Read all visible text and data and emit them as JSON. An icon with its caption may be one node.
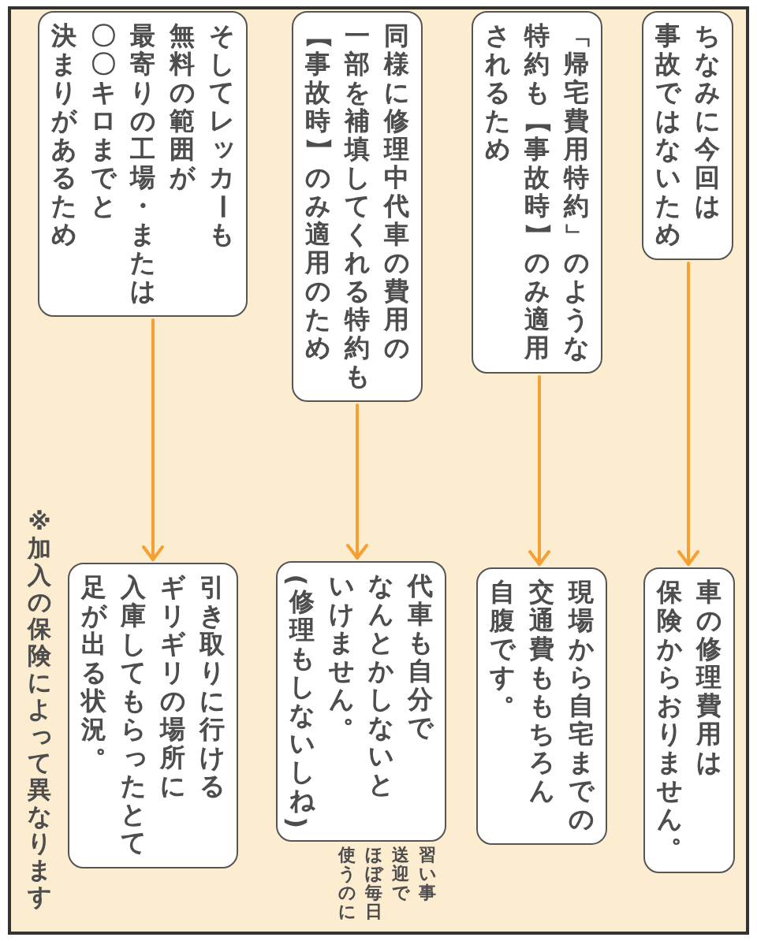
{
  "diagram": {
    "nodes": [
      {
        "text": [
          "ちなみに今回は事故ではないため"
        ]
      },
      {
        "text": [
          "車の修理費用は保険からおりません。"
        ]
      },
      {
        "text": [
          "「帰宅費用特約」のような特約も【事故時】のみ適用されるため"
        ]
      },
      {
        "text": [
          "現場から自宅までの交通費ももちろん自腹です。"
        ]
      },
      {
        "text": [
          "同様に修理中代車の費用の一部を補填してくれる特約も【事故時】のみ適用のため"
        ]
      },
      {
        "text": [
          "代車も自分でなんとかしないといけません。",
          "(修理もしないしね)"
        ],
        "beside": [
          "習い事送迎でほぼ毎日使うのに"
        ]
      },
      {
        "text": [
          "そしてレッカーも無料の範囲が最寄りの工場・または〇〇キロまでと決まりがあるため"
        ]
      },
      {
        "text": [
          "引き取りに行けるギリギリの場所に入庫してもらったとて足が出る状況。"
        ]
      }
    ],
    "edges": [
      {
        "from": 0,
        "to": 1,
        "arrow": "to"
      },
      {
        "from": 2,
        "to": 3,
        "arrow": "to"
      },
      {
        "from": 4,
        "to": 5,
        "arrow": "to"
      },
      {
        "from": 6,
        "to": 7,
        "arrow": "to"
      }
    ],
    "labels": [
      "※加入の保険によって異なります"
    ]
  }
}
